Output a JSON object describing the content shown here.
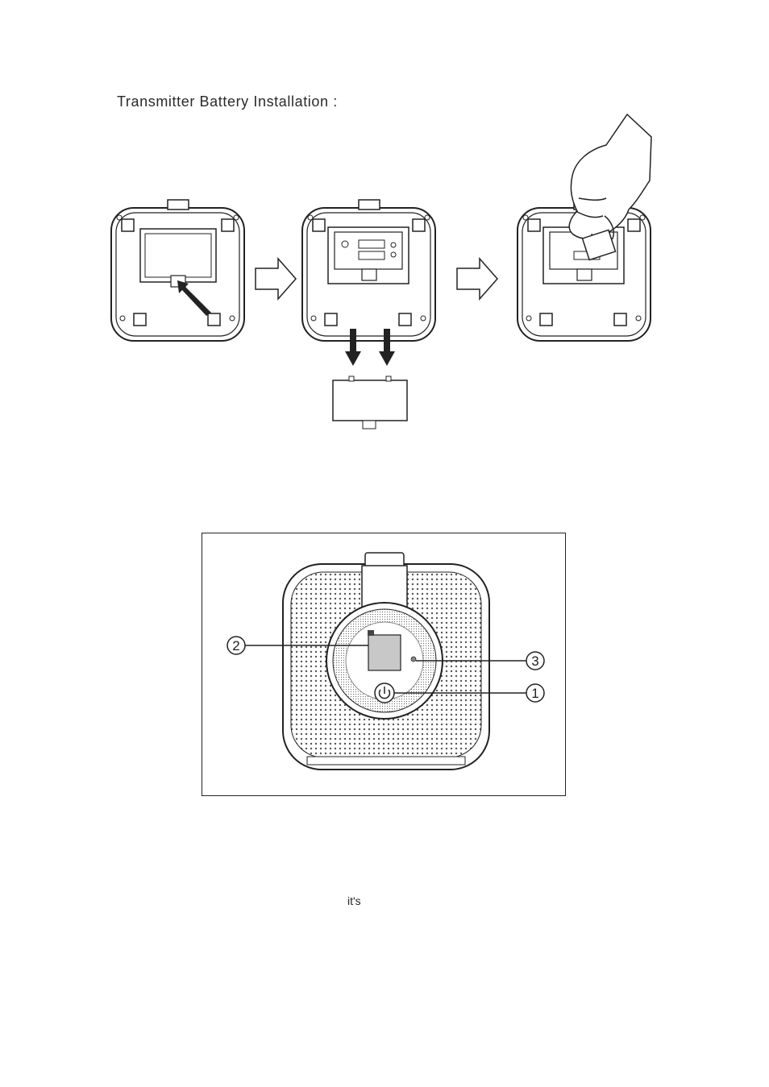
{
  "heading": "Transmitter Battery  Installation :",
  "callouts": {
    "one": "1",
    "two": "2",
    "three": "3"
  },
  "stray_text": "it's",
  "colors": {
    "line": "#222222",
    "screen": "#c8c8c8",
    "dots": "#555555"
  }
}
